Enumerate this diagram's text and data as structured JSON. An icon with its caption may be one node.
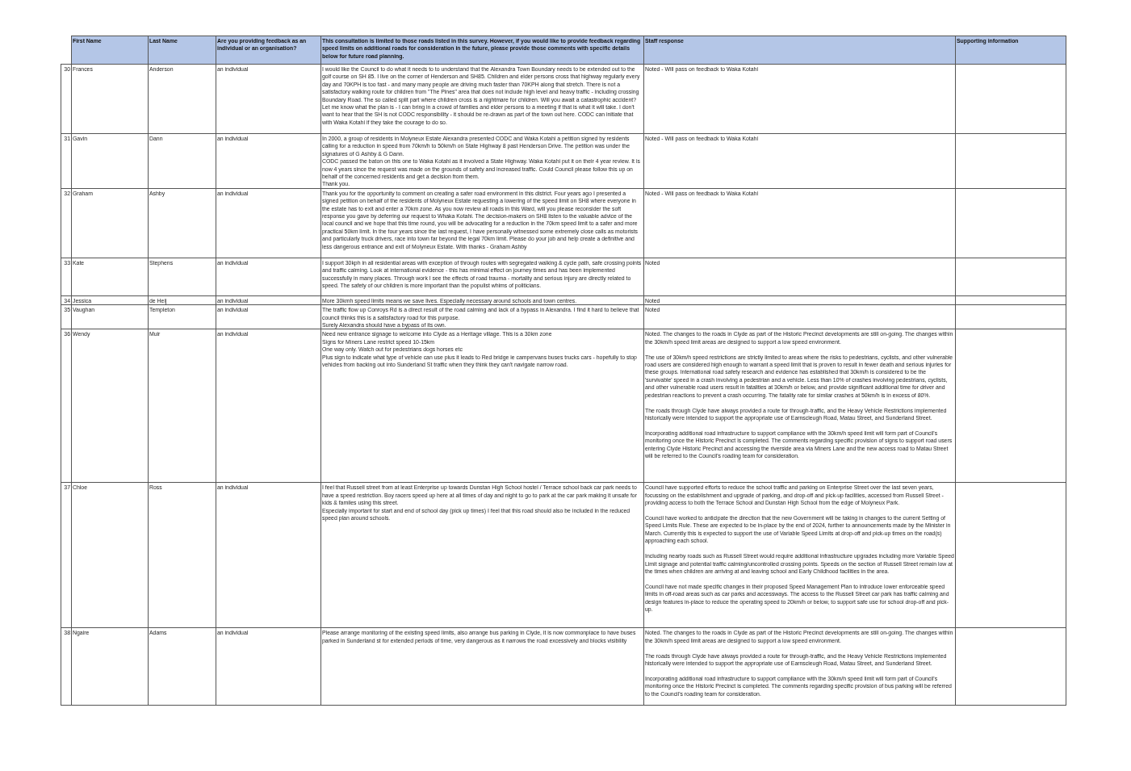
{
  "diagram": {
    "labels": [
      "First Name",
      "Last Name",
      "Are you providing feedback as an individual or an organisation?",
      "This consultation is limited to those roads listed in this survey.  However, if you would like to provide feedback regarding speed limits on additional roads for consideration in the future, please provide those comments with specific details below for future road planning.",
      "Staff response",
      "Supporting information",
      "30",
      "Frances",
      "Anderson",
      "an individual",
      "I would like the Council to do what it needs to to understand that the Alexandra Town Boundary needs to be extended out to the golf course on SH 85.  I live on the corner of Henderson and SH85.  Children and elder persons cross that highway regularly every day and 70KPH is too fast - and many many people are driving much faster than 70KPH along that stretch.  There is not a satisfactory walking route for children from \"The Pines\" area that does not include high level and heavy traffic - including crossing Boundary Road.  The so called split part where children cross is a nightmare for children. Will you await a catastrophic accident? Let me know what the plan is - I can bring in a crowd of families and elder persons to a meeting if that is what it will take. I don't want to hear that the SH is not CODC responsibility - it should be re-drawn as part of the town out here. CODC can initiate that with Waka Kotahi if they take the courage to do so.",
      "Noted - Will pass on feedback to Waka Kotahi",
      "31",
      "Gavin",
      "Dann",
      "an individual",
      "In 2000, a group of residents in Molyneux Estate Alexandra presented CODC and Waka Kotahi a petition signed by residents calling for a reduction in speed  from 70km/h to 50km/h on State Highway 8 past Henderson Drive.  The petition was under the signatures of G Ashby & G Dann.",
      "CODC passed the baton on this one to Waka Kotahi as it involved a State Highway. Waka Kotahi put it on their 4 year review. It is now 4 years since the request was made on the grounds of safety and increased traffic. Could Council please follow this up on behalf of the concerned residents and get a decision from them.",
      "Thank you.",
      "Noted - Will pass on feedback to Waka Kotahi",
      "32",
      "Graham",
      "Ashby",
      "an individual",
      "Thank you for the opportunity to comment on creating a safer road environment in this district. Four years ago I presented a signed petition on behalf of the residents of Molyneux Estate requesting a lowering of the speed limit on SH8 where everyone in the estate has to exit and enter a 70km zone. As you now review all roads in this Ward, will you please reconsider the soft response you gave by deferring our request to Whaka Kotahi. The decision-makers on SH8 listen to the valuable advice of the local council and we hope that this time round, you will be advocating for a reduction in the 70km speed limit to a safer and more practical 50km limit. In the four years since the last request, I have personally witnessed some extremely close calls as motorists and particularly truck drivers, race into town far beyond the legal 70km limit. Please do your job and help create a definitive and less dangerous entrance and exit of Molyneux Estate. With thanks - Graham Ashby",
      "Noted - Will pass on feedback to Waka Kotahi",
      "33",
      "Kate",
      "Stephens",
      "an individual",
      "I support 30kph in all residential areas with exception of through routes with segregated walking & cycle path, safe crossing points and traffic calming. Look at international evidence - this has minimal effect on journey times and has been implemented successfully in many places. Through work I see the effects of road trauma - mortality and serious injury are directly related to speed. The safety of our children is more important than the populist whims of politicians.",
      "Noted",
      "34",
      "Jessica",
      "de Heij",
      "an individual",
      "More 30kmh speed limits means we save lives. Especially necessary around schools and town centres.",
      "Noted",
      "35",
      "Vaughan",
      "Templeton",
      "an individual",
      "The traffic flow up Conroys Rd is a direct result of the road calming and lack of a bypass in Alexandra. I find it hard to believe that council thinks this is a satisfactory road for this purpose.",
      "Surely Alexandra should have a bypass of its own.",
      "Noted",
      "36",
      "Wendy",
      "Muir",
      "an individual",
      "Need new entrance signage to welcome into Clyde as a Heritage village. This is a 30km zone",
      "Signs for Miners Lane restrict speed 10-15km",
      "One way only. Watch out for pedestrians dogs horses etc",
      "Plus sign to indicate what type of vehicle can use plus it leads to Red bridge ie campervans buses trucks cars - hopefully to stop vehicles from backing out into Sunderland St traffic when they think they can't navigate narrow road.",
      "Noted. The changes to the roads in Clyde as part of the Historic Precinct developments are still on-going. The changes within the 30km/h speed limit areas are designed to support a low speed environment.",
      "The use of 30km/h speed restrictions are strictly limited to areas where the risks to pedestrians, cyclists, and other vulnerable road users are considered high enough to warrant a speed limit that is proven to result in fewer death and serious injuries for these groups. International road safety research and evidence has established that 30km/h is considered to be the 'survivable' speed in a crash involving a pedestrian and a vehicle. Less than 10% of crashes involving pedestrians, cyclists, and other vulnerable road users result in fatalities at 30km/h or below, and provide significant additional time for driver and pedestrian reactions to prevent a crash occurring. The fatality rate for similar crashes at 50km/h is in excess of 80%.",
      "The roads through Clyde have always provided a route for through-traffic, and the Heavy Vehicle Restrictions implemented historically were intended to support the appropriate use of Earnscleugh Road, Matau Street, and Sunderland Street.",
      "Incorporating additional road infrastructure to support compliance with the 30km/h speed limit will form part of Council's monitoring once the Historic Precinct is completed. The comments regarding specific provision of signs to support road users entering Clyde Historic Precinct and accessing the riverside area via Miners Lane and the new access road to Matau Street will be referred to the Council's roading team for consideration.",
      "37",
      "Chloe",
      "Ross",
      "an individual",
      "I feel that Russell street from at least Enterprise up towards Dunstan High School hostel / Terrace school  back car park needs to have a speed restriction. Boy racers speed up here at all times of day and night to go to park at the car park making it unsafe for kids & familes using this street.",
      "Especially important for start and end of school day (pick up times) I feel that this road should also be included in the reduced speed plan around schools.",
      "Council have supported efforts to reduce the school traffic and parking on Enterprise Street over the last seven years, focussing on the establishment and upgrade of parking, and drop-off and pick-up facilities, accessed from Russell Street - providing access to both the Terrace School and Dunstan High School from the edge of Molyneux Park.",
      "Council have worked to anticipate the direction that the new Government will be taking in changes to the current Setting of Speed Limits Rule. These are expected to be in-place by the end of 2024, further to announcements made by the Minister in March. Currently this is expected to support the use of Variable Speed Limits at drop-off and pick-up times on the road(s) approaching each school.",
      "Including nearby roads such as Russell Street would require additional infrastructure upgrades including more Variable Speed Limit signage and potential traffic calming/uncontrolled crossing points. Speeds on the section of Russell Street remain low at the times when children are arriving at and leaving school and Early Childhood facilities in the area.",
      "Council have not made specific changes in their proposed Speed Management Plan to introduce lower enforceable speed limits in off-road areas such as car parks and accessways. The access to the Russell Street car park has traffic calming and design features in-place to reduce the operating speed to 20km/h or below, to support safe use for school drop-off and pick-up.",
      "38",
      "Ngaire",
      "Adams",
      "an individual",
      "Please arrange monitoring of the existing speed limits, also arrange bus parking in Clyde, it is now commonplace to have buses parked in Sunderland st for extended periods of time, very dangerous as it narrows the road excessively and blocks visibility",
      "Noted. The changes to the roads in Clyde as part of the Historic Precinct developments are still on-going. The changes within the 30km/h speed limit areas are designed to support a low speed environment.",
      "The roads through Clyde have always provided a route for through-traffic, and the Heavy Vehicle Restrictions implemented historically were intended to support the appropriate use of Earnscleugh Road, Matau Street, and Sunderland Street.",
      "Incorporating additional road infrastructure to support compliance with the 30km/h speed limit will form part of Council's monitoring once the Historic Precinct is completed. The comments regarding specific provision of bus parking will be referred to the Council's roading team for consideration."
    ]
  }
}
